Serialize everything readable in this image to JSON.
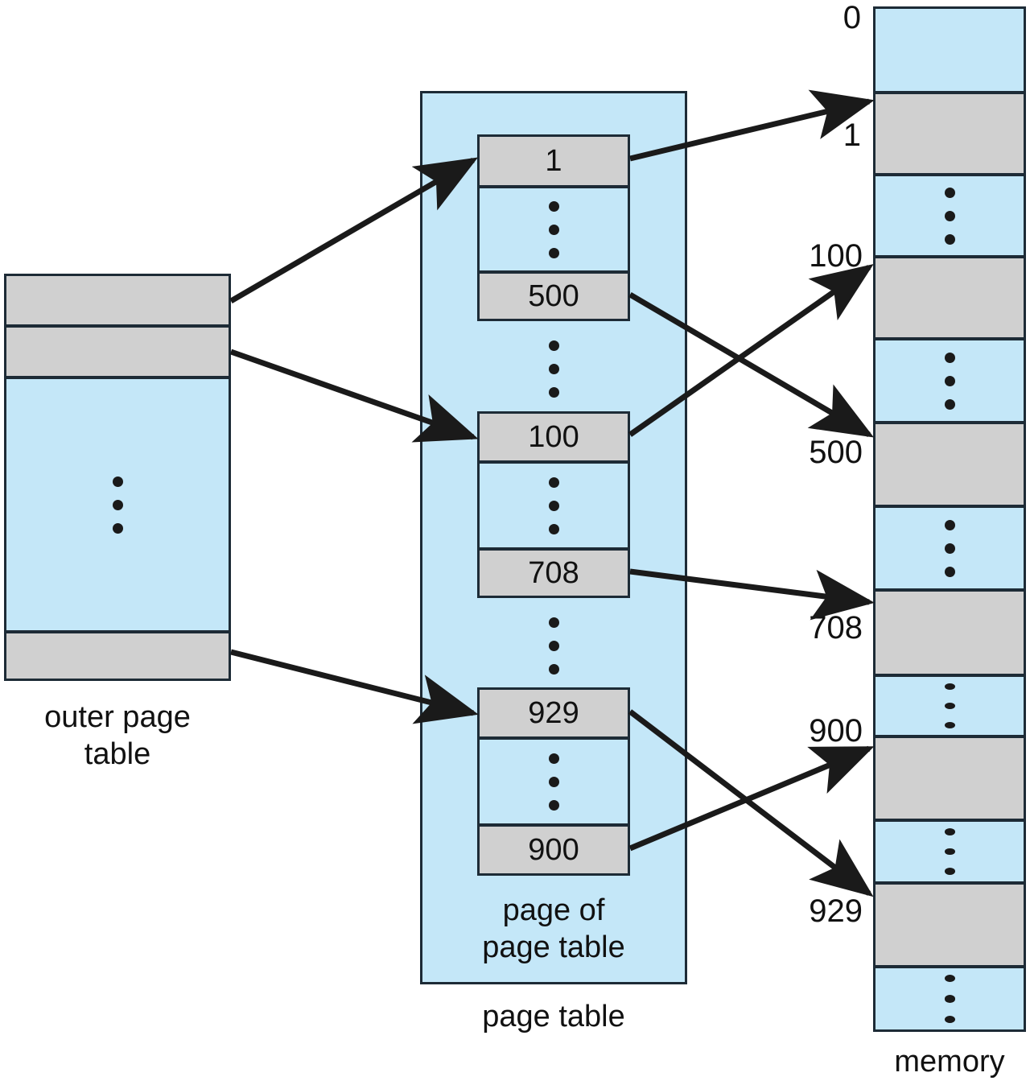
{
  "diagram": {
    "title_hidden": "two-level paging address translation",
    "colors": {
      "page_fill": "#c4e7f8",
      "frame_fill": "#d0d0d0",
      "stroke": "#1d2b36",
      "arrow": "#1a1a1a"
    }
  },
  "outer_page_table": {
    "caption": "outer page\ntable",
    "entries": [
      {
        "id": "otp-entry-1",
        "kind": "frame",
        "value": ""
      },
      {
        "id": "otp-entry-2",
        "kind": "frame",
        "value": ""
      },
      {
        "id": "otp-gap",
        "kind": "page",
        "value": "",
        "dots": true
      },
      {
        "id": "otp-entry-3",
        "kind": "frame",
        "value": ""
      }
    ]
  },
  "page_table": {
    "caption": "page table",
    "inner_caption": "page of\npage table",
    "entries": [
      {
        "id": "pt-entry-1",
        "kind": "frame",
        "value": "1"
      },
      {
        "id": "pt-gap-1",
        "kind": "page",
        "value": "",
        "dots": true
      },
      {
        "id": "pt-entry-500",
        "kind": "frame",
        "value": "500"
      },
      {
        "id": "pt-gap-2",
        "kind": "page",
        "value": "",
        "dots": true
      },
      {
        "id": "pt-entry-100",
        "kind": "frame",
        "value": "100"
      },
      {
        "id": "pt-gap-3",
        "kind": "page",
        "value": "",
        "dots": true
      },
      {
        "id": "pt-entry-708",
        "kind": "frame",
        "value": "708"
      },
      {
        "id": "pt-gap-4",
        "kind": "page",
        "value": "",
        "dots": true
      },
      {
        "id": "pt-entry-929",
        "kind": "frame",
        "value": "929"
      },
      {
        "id": "pt-gap-5",
        "kind": "page",
        "value": "",
        "dots": true
      },
      {
        "id": "pt-entry-900",
        "kind": "frame",
        "value": "900"
      }
    ]
  },
  "memory": {
    "caption": "memory",
    "frames": [
      {
        "id": "mem-0",
        "kind": "page",
        "label": "0",
        "dots": false
      },
      {
        "id": "mem-1",
        "kind": "frame",
        "label": "1",
        "dots": false
      },
      {
        "id": "mem-g1",
        "kind": "page",
        "label": "",
        "dots": true
      },
      {
        "id": "mem-100",
        "kind": "frame",
        "label": "100",
        "dots": false
      },
      {
        "id": "mem-g2",
        "kind": "page",
        "label": "",
        "dots": true
      },
      {
        "id": "mem-500",
        "kind": "frame",
        "label": "500",
        "dots": false
      },
      {
        "id": "mem-g3",
        "kind": "page",
        "label": "",
        "dots": true
      },
      {
        "id": "mem-708",
        "kind": "frame",
        "label": "708",
        "dots": false
      },
      {
        "id": "mem-g4",
        "kind": "page",
        "label": "",
        "dots": true
      },
      {
        "id": "mem-900",
        "kind": "frame",
        "label": "900",
        "dots": false
      },
      {
        "id": "mem-g5",
        "kind": "page",
        "label": "",
        "dots": true
      },
      {
        "id": "mem-929",
        "kind": "frame",
        "label": "929",
        "dots": false
      },
      {
        "id": "mem-g6",
        "kind": "page",
        "label": "",
        "dots": true
      }
    ]
  },
  "connections": [
    {
      "id": "arrow-outer1-to-pt1",
      "from": "otp-entry-1",
      "to": "pt-entry-1"
    },
    {
      "id": "arrow-outer2-to-pt100",
      "from": "otp-entry-2",
      "to": "pt-entry-100"
    },
    {
      "id": "arrow-outer3-to-pt929",
      "from": "otp-entry-3",
      "to": "pt-entry-929"
    },
    {
      "id": "arrow-pt1-to-mem1",
      "from": "pt-entry-1",
      "to": "mem-1"
    },
    {
      "id": "arrow-pt500-to-mem500",
      "from": "pt-entry-500",
      "to": "mem-500"
    },
    {
      "id": "arrow-pt100-to-mem100",
      "from": "pt-entry-100",
      "to": "mem-100"
    },
    {
      "id": "arrow-pt708-to-mem708",
      "from": "pt-entry-708",
      "to": "mem-708"
    },
    {
      "id": "arrow-pt929-to-mem929",
      "from": "pt-entry-929",
      "to": "mem-929"
    },
    {
      "id": "arrow-pt900-to-mem900",
      "from": "pt-entry-900",
      "to": "mem-900"
    }
  ]
}
